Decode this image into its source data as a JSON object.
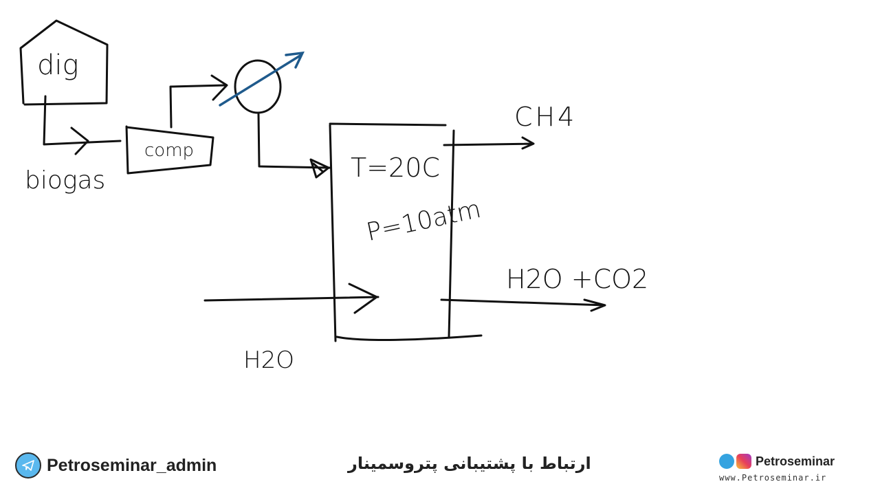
{
  "diagram": {
    "labels": {
      "digester": "dig",
      "biogas": "biogas",
      "compressor": "comp",
      "product_top": "CH4",
      "temperature": "T=20C",
      "pressure": "P=10atm",
      "water_in": "H2O",
      "product_bottom": "H2O +CO2"
    },
    "heat_exchanger_color": "#1f5a8c"
  },
  "footer": {
    "admin_handle": "Petroseminar_admin",
    "support_text": "ارتباط با پشتیبانی پتروسمینار",
    "brand": "Petroseminar",
    "website": "www.Petroseminar.ir"
  }
}
